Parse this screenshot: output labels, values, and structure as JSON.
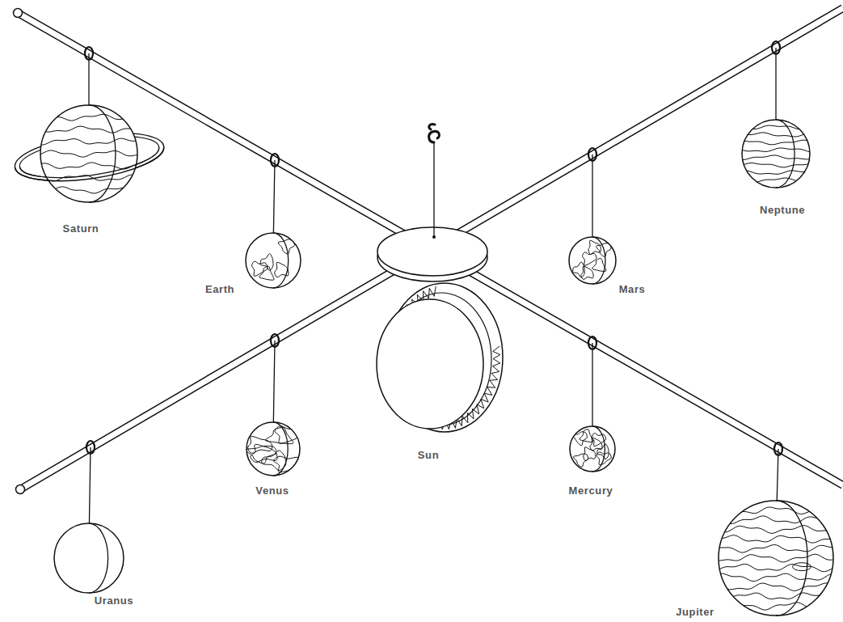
{
  "diagram": {
    "labels": [
      "Saturn",
      "Earth",
      "Mars",
      "Neptune",
      "Sun",
      "Venus",
      "Mercury",
      "Uranus",
      "Jupiter"
    ]
  }
}
